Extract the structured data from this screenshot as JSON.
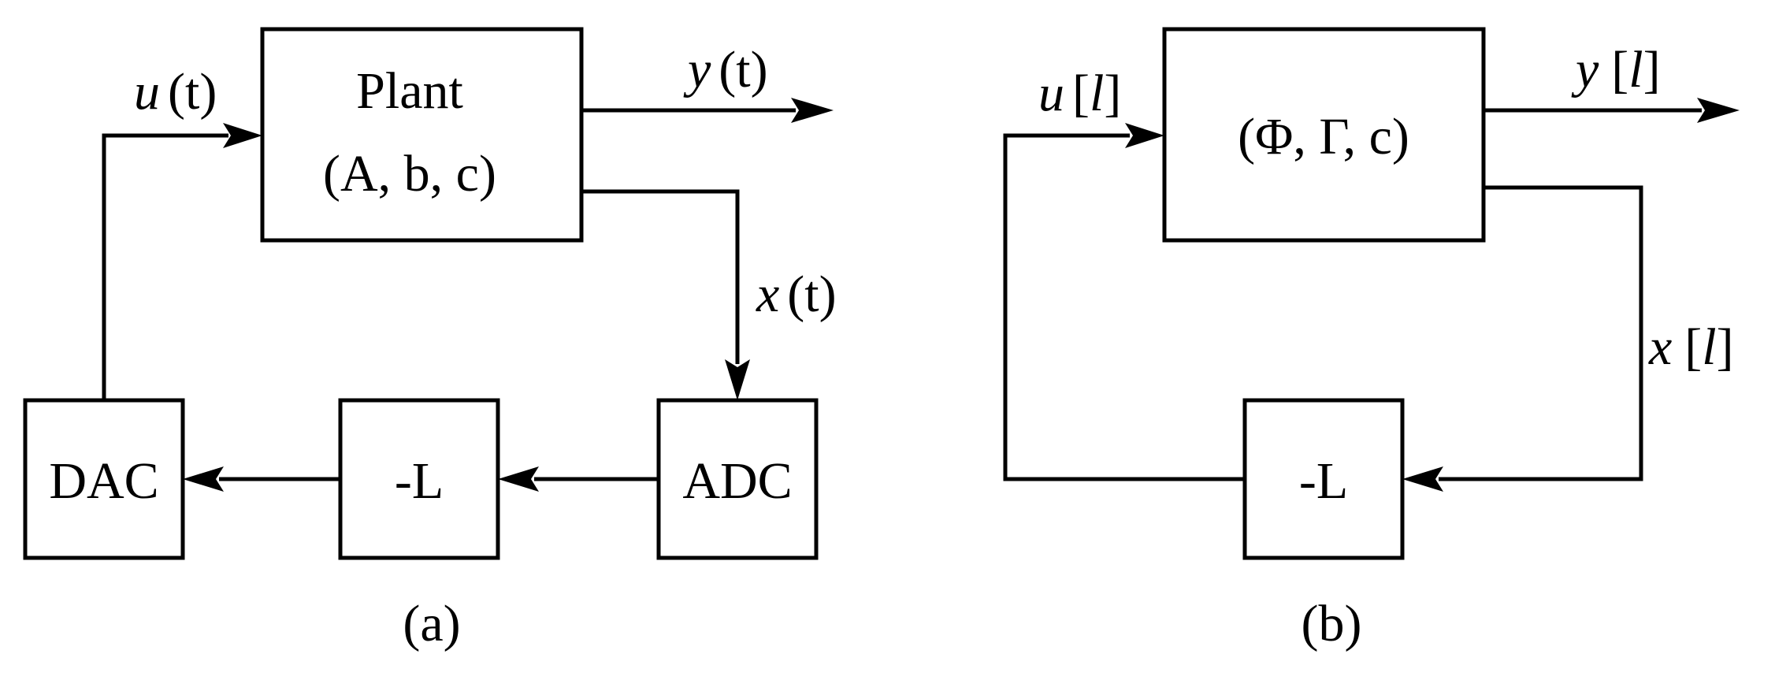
{
  "panel_a": {
    "caption": "(a)",
    "plant_title": "Plant",
    "plant_params": "(A, b, c)",
    "dac_label": "DAC",
    "gain_label": "-L",
    "adc_label": "ADC",
    "input_signal": {
      "var": "u",
      "arg": "(t)"
    },
    "output_signal": {
      "var": "y",
      "arg": "(t)"
    },
    "state_signal": {
      "var": "x",
      "arg": "(t)"
    }
  },
  "panel_b": {
    "caption": "(b)",
    "system_params": "(Φ, Γ, c)",
    "gain_label": "-L",
    "input_signal": {
      "var": "u",
      "open": "[",
      "idx": "l",
      "close": "]"
    },
    "output_signal": {
      "var": "y",
      "open": "[",
      "idx": "l",
      "close": "]"
    },
    "state_signal": {
      "var": "x",
      "open": "[",
      "idx": "l",
      "close": "]"
    }
  },
  "colors": {
    "ink": "#000000",
    "background": "#ffffff"
  }
}
